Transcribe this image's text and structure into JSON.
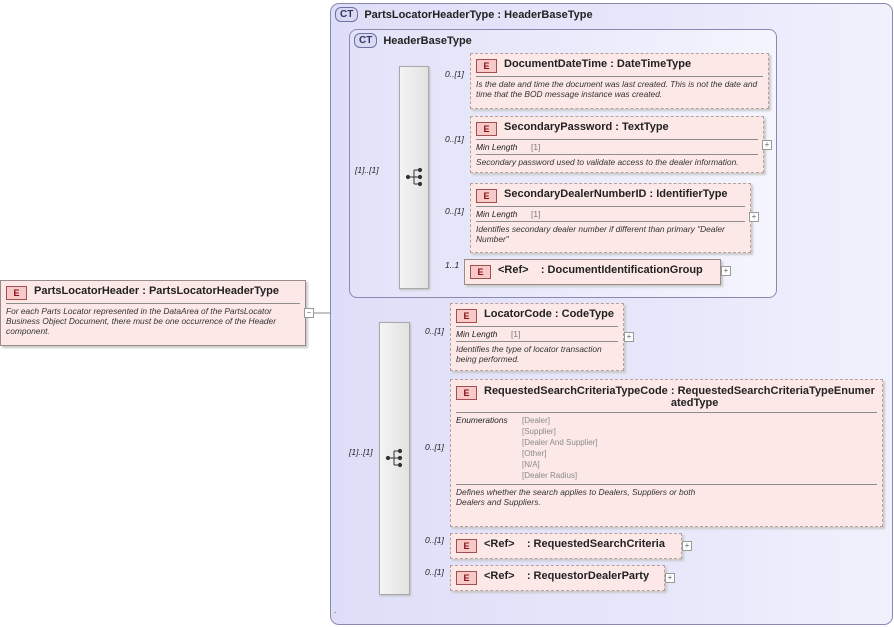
{
  "root": {
    "badge": "E",
    "name": "PartsLocatorHeader",
    "type": ": PartsLocatorHeaderType",
    "doc": "For each Parts Locator represented in the DataArea of the PartsLocator Business Object Document, there must be one occurrence of the Header component."
  },
  "outer_type": {
    "badge": "CT",
    "title": "PartsLocatorHeaderType : HeaderBaseType"
  },
  "inner_type": {
    "badge": "CT",
    "title": "HeaderBaseType"
  },
  "sequence1": {
    "cardinality": "[1]..[1]",
    "items": [
      {
        "cardinality": "0..[1]",
        "name": "DocumentDateTime",
        "type": ": DateTimeType",
        "doc": "Is the date and time the document was last created. This is not the date and time that the BOD message instance was created."
      },
      {
        "cardinality": "0..[1]",
        "name": "SecondaryPassword",
        "type": ": TextType",
        "facet_key": "Min Length",
        "facet_val": "[1]",
        "doc": "Secondary password used to validate access to the dealer information."
      },
      {
        "cardinality": "0..[1]",
        "name": "SecondaryDealerNumberID",
        "type": ": IdentifierType",
        "facet_key": "Min Length",
        "facet_val": "[1]",
        "doc": "Identifies secondary dealer number if different than primary \"Dealer Number\""
      },
      {
        "cardinality": "1..1",
        "name": "<Ref>",
        "type": ": DocumentIdentificationGroup"
      }
    ]
  },
  "sequence2": {
    "cardinality": "[1]..[1]",
    "items": [
      {
        "cardinality": "0..[1]",
        "name": "LocatorCode",
        "type": ": CodeType",
        "facet_key": "Min Length",
        "facet_val": "[1]",
        "doc": "Identifies the type of locator transaction being performed."
      },
      {
        "cardinality": "0..[1]",
        "name": "RequestedSearchCriteriaTypeCode",
        "type": ": RequestedSearchCriteriaTypeEnumeratedType",
        "enum_key": "Enumerations",
        "enums": [
          "[Dealer]",
          "[Supplier]",
          "[Dealer And Supplier]",
          "[Other]",
          "[N/A]",
          "[Dealer Radius]"
        ],
        "doc": "Defines whether the search applies to Dealers, Suppliers or both Dealers and Suppliers."
      },
      {
        "cardinality": "0..[1]",
        "name": "<Ref>",
        "type": ": RequestedSearchCriteria"
      },
      {
        "cardinality": "0..[1]",
        "name": "<Ref>",
        "type": ": RequestorDealerParty"
      }
    ]
  },
  "colors": {
    "complex_type_bg": "#e4e4fa",
    "element_bg": "#fde8e8",
    "element_badge": "#f7c9c9"
  }
}
